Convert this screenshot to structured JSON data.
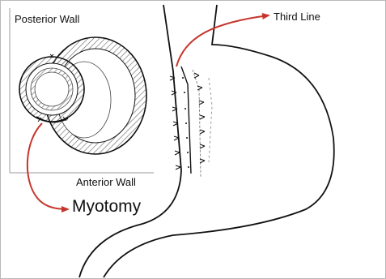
{
  "labels": {
    "posterior_wall": "Posterior Wall",
    "anterior_wall": "Anterior Wall",
    "third_line": "Third Line",
    "myotomy": "Myotomy"
  },
  "colors": {
    "arrow": "#c6352b",
    "outline": "#111111",
    "hatch": "#6e6e6e",
    "inset_border": "#9a9a9a"
  }
}
